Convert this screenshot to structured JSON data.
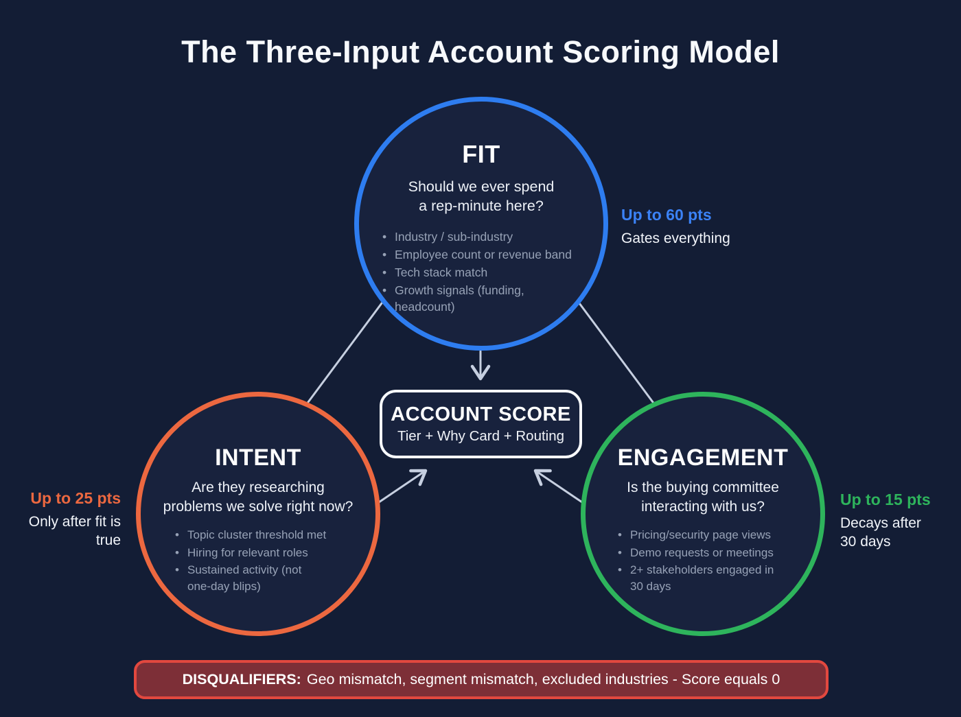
{
  "title": "The Three-Input Account Scoring Model",
  "colors": {
    "background": "#131d35",
    "fit_blue": "#2e7df0",
    "intent_orange": "#ec6840",
    "engagement_green": "#2eb45c",
    "disqualifier_border_red": "#e2483f",
    "disqualifier_fill_red": "#7d2f37",
    "connector_gray": "#c6cfe0"
  },
  "fit": {
    "title": "FIT",
    "question": "Should we ever spend\na rep-minute here?",
    "bullets": [
      "Industry / sub-industry",
      "Employee count or revenue band",
      "Tech stack match",
      "Growth signals (funding,\nheadcount)"
    ],
    "points": "Up to 60 pts",
    "note": "Gates everything"
  },
  "intent": {
    "title": "INTENT",
    "question": "Are they researching\nproblems we solve right now?",
    "bullets": [
      "Topic cluster threshold met",
      "Hiring for relevant roles",
      "Sustained activity (not\none-day blips)"
    ],
    "points": "Up to 25 pts",
    "note": "Only after fit is\ntrue"
  },
  "engagement": {
    "title": "ENGAGEMENT",
    "question": "Is the buying committee\ninteracting with us?",
    "bullets": [
      "Pricing/security page views",
      "Demo requests or meetings",
      "2+ stakeholders engaged in\n30 days"
    ],
    "points": "Up to 15 pts",
    "note": "Decays after\n30 days"
  },
  "score_box": {
    "title": "ACCOUNT SCORE",
    "subtitle": "Tier + Why Card + Routing"
  },
  "disqualifiers": {
    "label": "DISQUALIFIERS:",
    "text": "Geo mismatch, segment mismatch, excluded industries - Score equals 0"
  }
}
